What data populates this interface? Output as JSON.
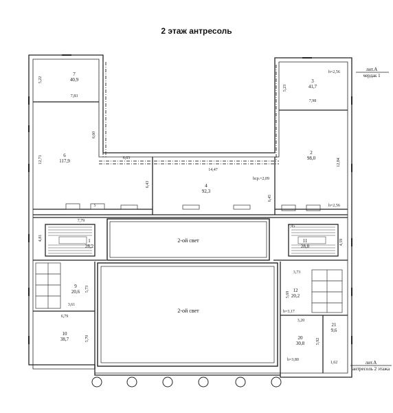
{
  "header": {
    "title": "2 этаж антресоль"
  },
  "stamps": {
    "top_right_line1": "лит.А",
    "top_right_line2": "чердак 1",
    "bottom_right_line1": "лит.А",
    "bottom_right_line2": "антресоль 2 этажа"
  },
  "rooms": [
    {
      "id": "r7",
      "num": "7",
      "area": "40,9"
    },
    {
      "id": "r6",
      "num": "6",
      "area": "117,9"
    },
    {
      "id": "r4",
      "num": "4",
      "area": "92,3"
    },
    {
      "id": "r3",
      "num": "3",
      "area": "41,7"
    },
    {
      "id": "r2",
      "num": "2",
      "area": "98,0"
    },
    {
      "id": "r1",
      "num": "1",
      "area": "28,2"
    },
    {
      "id": "r11",
      "num": "11",
      "area": "28,8"
    },
    {
      "id": "r9",
      "num": "9",
      "area": "20,6"
    },
    {
      "id": "r10",
      "num": "10",
      "area": "38,7"
    },
    {
      "id": "r12",
      "num": "12",
      "area": "20,2"
    },
    {
      "id": "r20",
      "num": "20",
      "area": "30,8"
    },
    {
      "id": "r21",
      "num": "21",
      "area": "9,6"
    }
  ],
  "voids": {
    "upper": "2-ой свет",
    "lower": "2-ой свет"
  },
  "heights": {
    "h3": "h=2,56",
    "h2": "h=2,56",
    "h12": "h=3,17",
    "h20": "h=3,80",
    "hr4": "hcp.=2,09"
  },
  "dims": {
    "d522": "5,22",
    "d783": "7,83",
    "d660": "6,60",
    "d1271": "12,71",
    "d603": "6,03",
    "d1447": "14,47",
    "d643": "6,43",
    "d645": "6,45",
    "d523": "5,23",
    "d798": "7,98",
    "d1284": "12,84",
    "d779": "7,79",
    "d795": "7,95",
    "d481": "4,81",
    "d459": "4,59",
    "d573": "5,73",
    "d361": "3,61",
    "d679": "6,79",
    "d570": "5,70",
    "d373": "3,73",
    "d569": "5,69",
    "d320": "3,20",
    "d592": "5,92",
    "d162": "1,62",
    "d5": "5"
  }
}
